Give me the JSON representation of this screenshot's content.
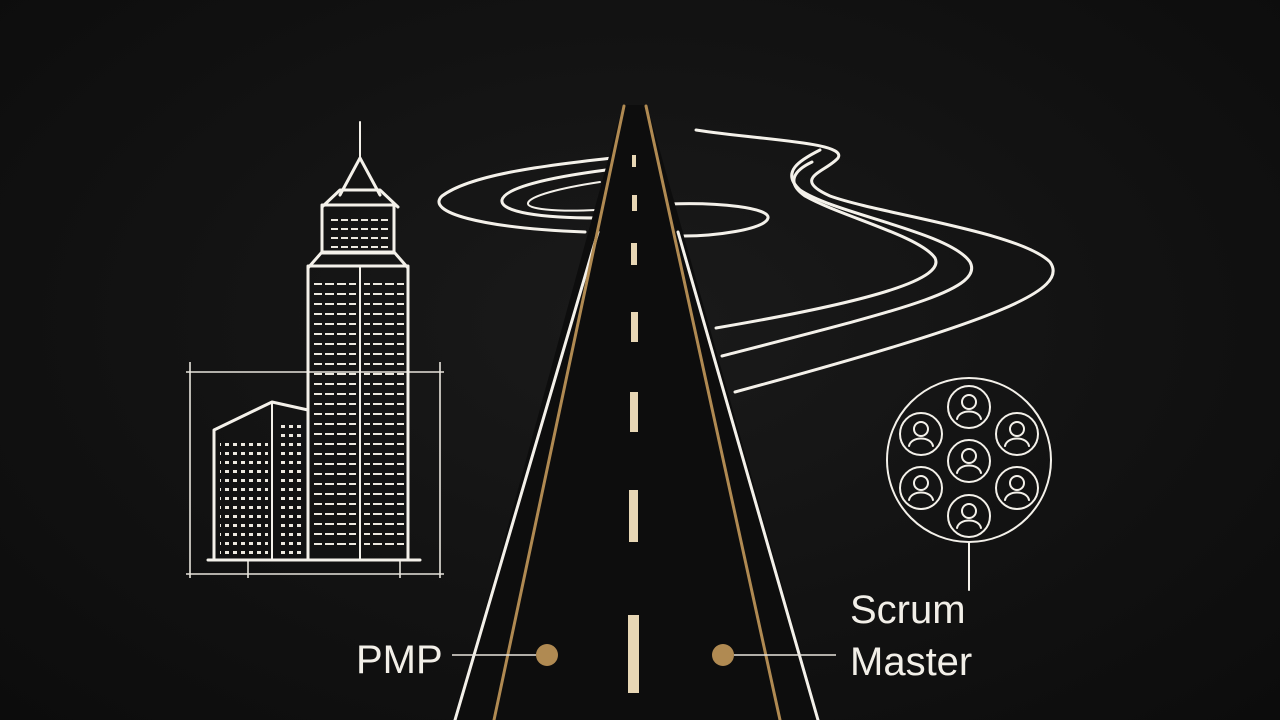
{
  "labels": {
    "left": "PMP",
    "right_line1": "Scrum",
    "right_line2": "Master"
  },
  "colors": {
    "background": "#121212",
    "line": "#f4f1ea",
    "accent": "#b08a52"
  },
  "icons": {
    "building": "skyscraper-icon",
    "team": "team-circle-icon"
  }
}
